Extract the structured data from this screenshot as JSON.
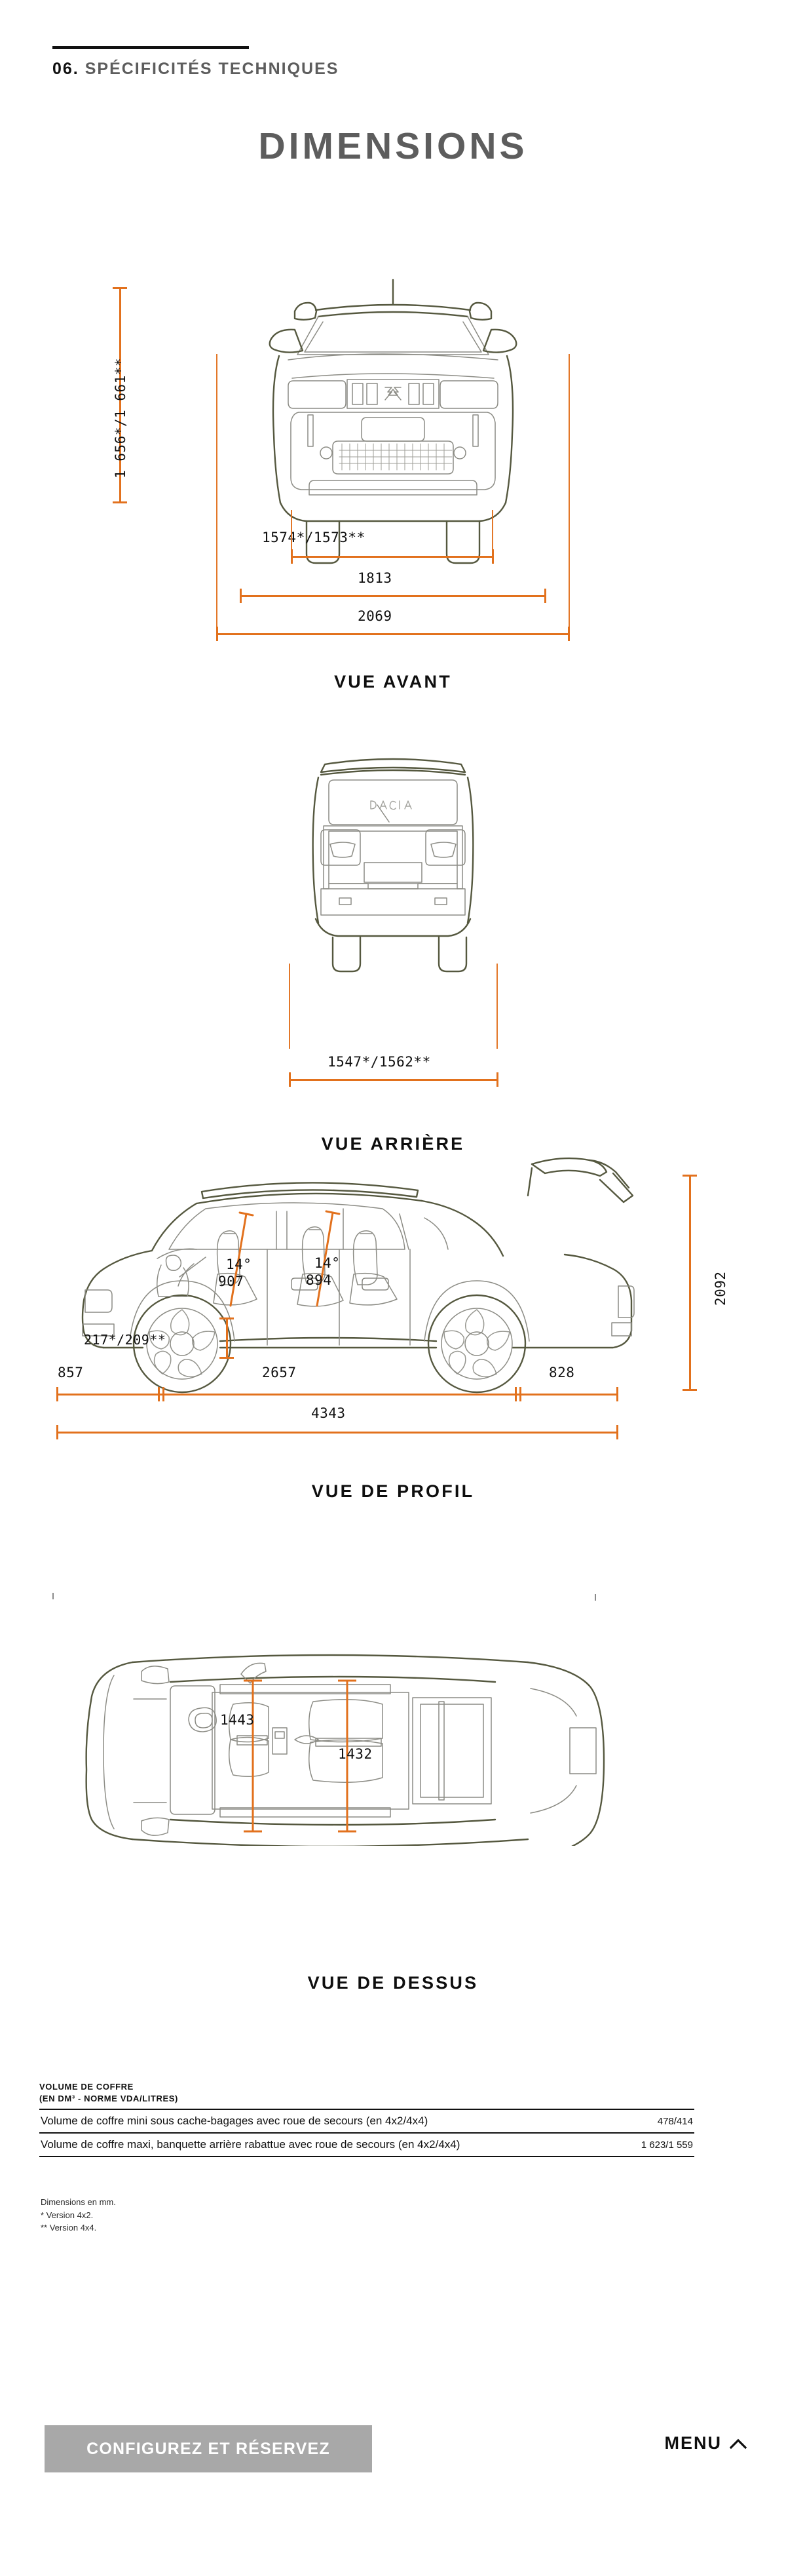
{
  "header": {
    "number": "06.",
    "section": "SPÉCIFICITÉS TECHNIQUES",
    "title": "DIMENSIONS"
  },
  "views": [
    {
      "id": "front",
      "caption": "VUE AVANT",
      "dims": {
        "height": "1 656*/1 661**",
        "track": "1574*/1573**",
        "width_mirrors_folded": "1813",
        "width_mirrors_out": "2069"
      }
    },
    {
      "id": "rear",
      "caption": "VUE ARRIÈRE",
      "dims": {
        "rear_track": "1547*/1562**"
      }
    },
    {
      "id": "profile",
      "caption": "VUE DE PROFIL",
      "dims": {
        "front_headroom_angle": "14°",
        "front_headroom": "907",
        "rear_headroom_angle": "14°",
        "rear_headroom": "894",
        "ground_clearance": "217*/209**",
        "front_overhang": "857",
        "wheelbase": "2657",
        "rear_overhang": "828",
        "total_length": "4343",
        "height_tailgate_open": "2092"
      }
    },
    {
      "id": "top",
      "caption": "VUE DE DESSUS",
      "dims": {
        "front_elbow_width": "1443",
        "rear_elbow_width": "1432"
      }
    }
  ],
  "table": {
    "title_line1": "VOLUME DE COFFRE",
    "title_line2": "(EN DM³ - NORME VDA/LITRES)",
    "rows": [
      {
        "label": "Volume de coffre mini sous cache-bagages avec roue de secours (en 4x2/4x4)",
        "value": "478/414"
      },
      {
        "label": "Volume de coffre maxi, banquette arrière rabattue avec roue de secours (en 4x2/4x4)",
        "value": "1 623/1 559"
      }
    ]
  },
  "notes": {
    "line1": "Dimensions en mm.",
    "line2": "* Version 4x2.",
    "line3": "** Version 4x4."
  },
  "footer": {
    "cta_label": "CONFIGUREZ ET RÉSERVEZ",
    "menu_label": "MENU",
    "menu_chevron": "chevron-up-icon"
  },
  "colors": {
    "accent": "#e2711d",
    "ink": "#111111",
    "muted": "#5d5d5d",
    "cta_bg": "#a8a8a8"
  }
}
